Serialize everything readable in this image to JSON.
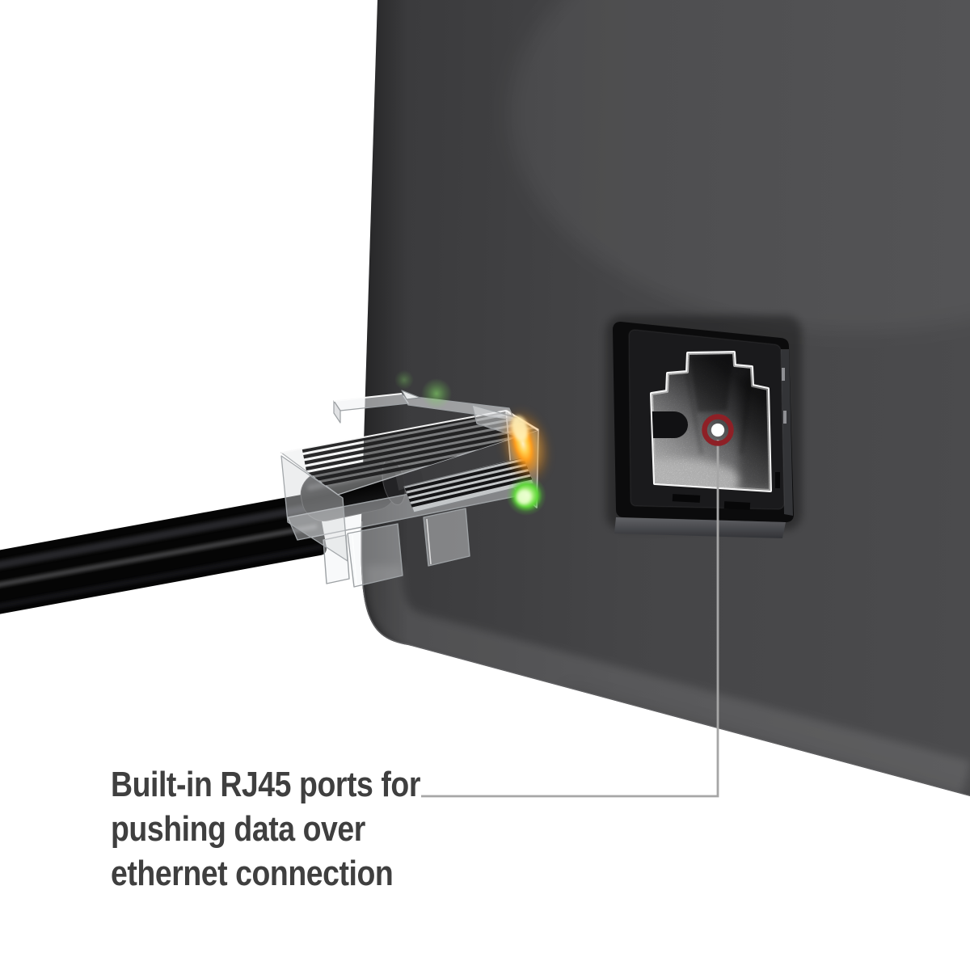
{
  "annotation": {
    "caption_lines": [
      "Built-in RJ45 ports for",
      "pushing data over",
      "ethernet connection"
    ],
    "caption_full": "Built-in RJ45 ports for pushing data over ethernet connection"
  },
  "elements": {
    "device": "device-rear-panel",
    "port": "rj45-port",
    "connector": "rj45-transparent-plug",
    "cable": "ethernet-cable",
    "marker": "target-marker-icon",
    "callout": "callout-line"
  },
  "colors": {
    "background": "#ffffff",
    "device_panel_left": "#3a3a3c",
    "device_panel_right": "#4b4b4d",
    "caption_text": "#3f3f3f",
    "callout_line": "#a6a6a6",
    "marker_ring": "#8e2026",
    "marker_dot": "#ffffff",
    "port_rim": "#f6f6f6",
    "port_cavity_dark": "#151517",
    "glow_orange": "#ffa81e",
    "glow_green": "#5fd63a",
    "cable_black": "#050505"
  }
}
